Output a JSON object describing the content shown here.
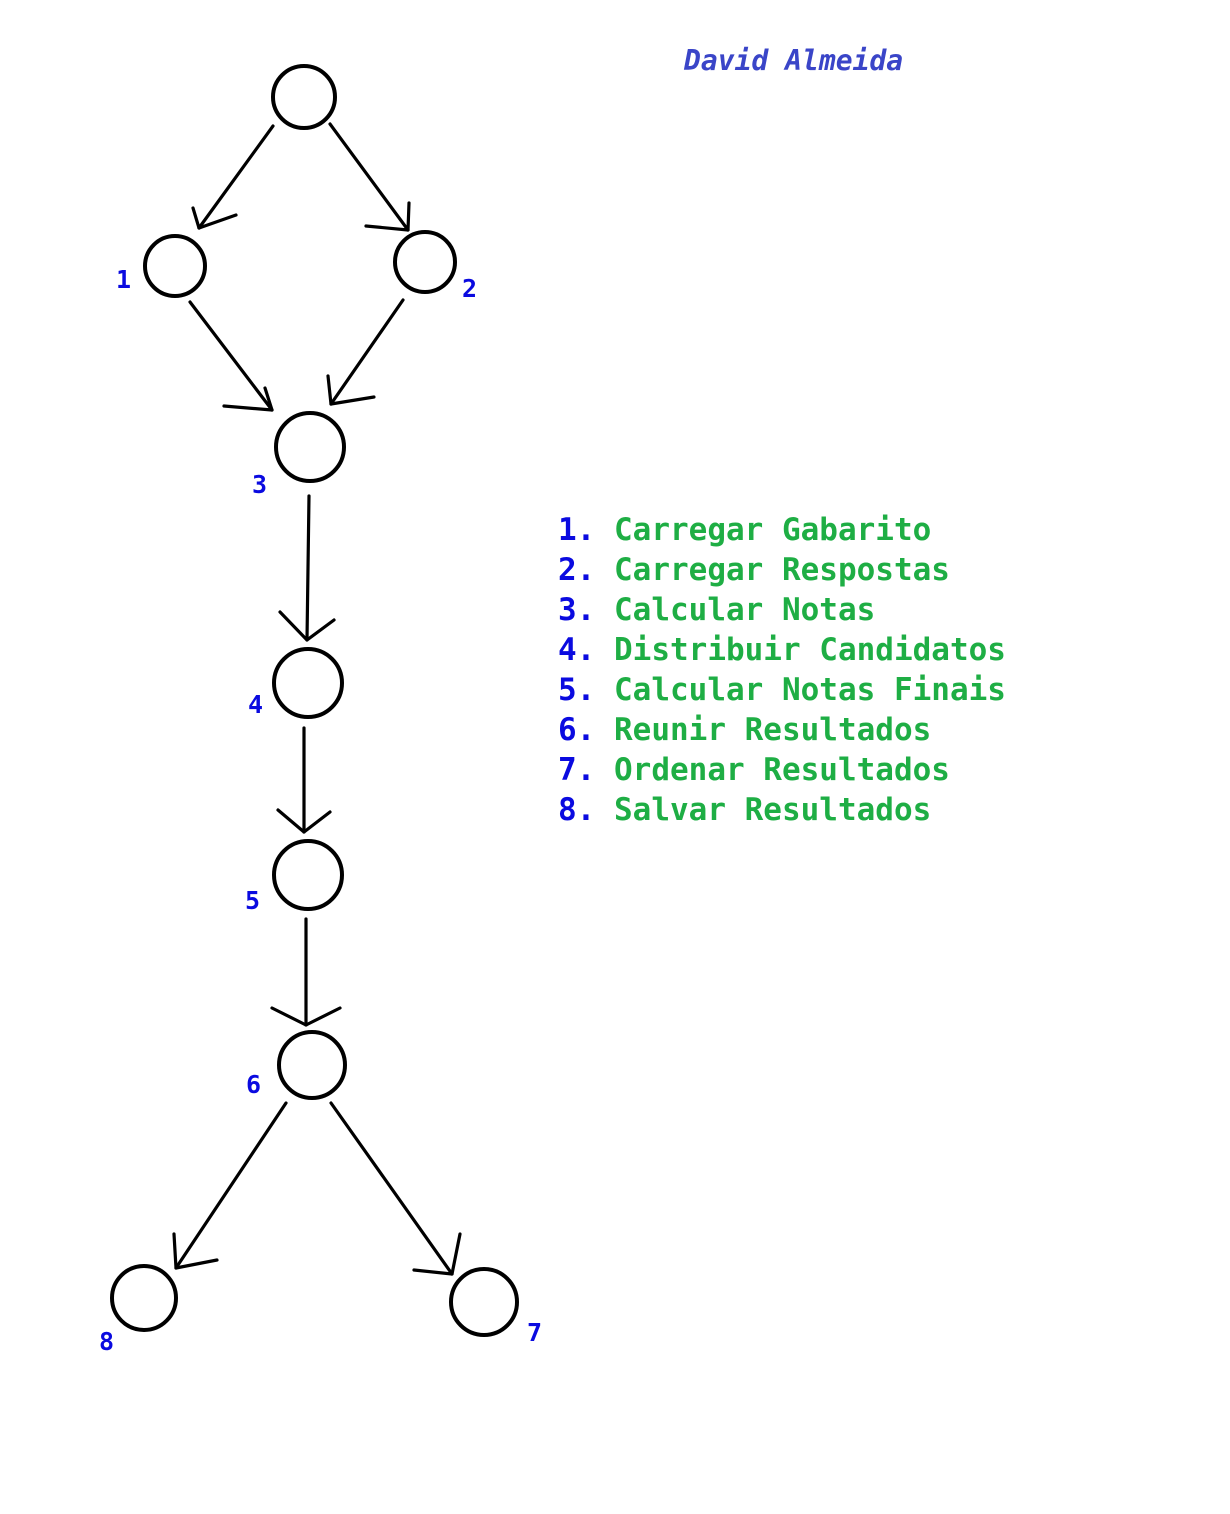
{
  "author": "David Almeida",
  "colors": {
    "number": "#0a0ae0",
    "step_text": "#1eae44",
    "author": "#3a45c8",
    "stroke": "#000000"
  },
  "legend": [
    {
      "num": "1.",
      "label": "Carregar Gabarito"
    },
    {
      "num": "2.",
      "label": "Carregar Respostas"
    },
    {
      "num": "3.",
      "label": "Calcular Notas"
    },
    {
      "num": "4.",
      "label": "Distribuir Candidatos"
    },
    {
      "num": "5.",
      "label": "Calcular Notas Finais"
    },
    {
      "num": "6.",
      "label": "Reunir Resultados"
    },
    {
      "num": "7.",
      "label": "Ordenar Resultados"
    },
    {
      "num": "8.",
      "label": "Salvar Resultados"
    }
  ],
  "nodes": [
    {
      "id": "start",
      "label": ""
    },
    {
      "id": "n1",
      "label": "1"
    },
    {
      "id": "n2",
      "label": "2"
    },
    {
      "id": "n3",
      "label": "3"
    },
    {
      "id": "n4",
      "label": "4"
    },
    {
      "id": "n5",
      "label": "5"
    },
    {
      "id": "n6",
      "label": "6"
    },
    {
      "id": "n7",
      "label": "7"
    },
    {
      "id": "n8",
      "label": "8"
    }
  ],
  "edges": [
    {
      "from": "start",
      "to": "n1"
    },
    {
      "from": "start",
      "to": "n2"
    },
    {
      "from": "n1",
      "to": "n3"
    },
    {
      "from": "n2",
      "to": "n3"
    },
    {
      "from": "n3",
      "to": "n4"
    },
    {
      "from": "n4",
      "to": "n5"
    },
    {
      "from": "n5",
      "to": "n6"
    },
    {
      "from": "n6",
      "to": "n8"
    },
    {
      "from": "n6",
      "to": "n7"
    }
  ]
}
